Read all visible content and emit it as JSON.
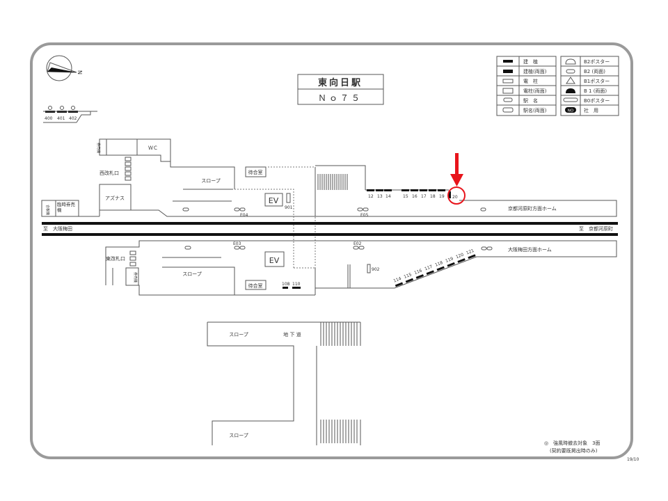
{
  "title": {
    "station": "東向日駅",
    "number": "Ｎｏ７５"
  },
  "compass": {
    "label": "N"
  },
  "top_left_boards": [
    "400",
    "401",
    "402"
  ],
  "legend": {
    "left": [
      "建　植",
      "建植(両面)",
      "電　柱",
      "電柱(両面)",
      "駅　名",
      "駅名(両面)"
    ],
    "right": [
      "B2ポスター",
      "B2 (両面)",
      "B1ポスター",
      "B 1 (両面)",
      "B0ポスター",
      "社　用"
    ],
    "no_badge": "NO"
  },
  "areas": {
    "ticket_machine_small": "券売機",
    "wc": "ＷＣ",
    "west_gate": "西改札口",
    "azunas": "アズナス",
    "gosan_machine": "合板機",
    "temp_ticket_machine": "臨時券売機",
    "slope": "スロープ",
    "waiting_room": "待合室",
    "ev": "EV",
    "east_gate": "東改札口",
    "underground": "地 下 道"
  },
  "tracks": {
    "to_osaka": "至　大阪梅田",
    "to_kyoto": "至　京都河原町"
  },
  "platforms": {
    "kyoto": "京都河原町方面ホーム",
    "osaka": "大阪梅田方面ホーム"
  },
  "codes": {
    "e04": "E04",
    "e05": "E05",
    "e03": "E03",
    "e02": "E02",
    "p901": "901",
    "p902": "902"
  },
  "upper_boards": [
    "12",
    "13",
    "14",
    "15",
    "16",
    "17",
    "18",
    "19"
  ],
  "highlighted_board": "20",
  "lower_boards": [
    "114",
    "115",
    "116",
    "117",
    "118",
    "119",
    "120",
    "121"
  ],
  "lower_small_boards": [
    "108",
    "110"
  ],
  "note": {
    "line1": "◎　強風時撤去対象　3面",
    "line2": "(契約要既掲出時のみ)"
  },
  "page_number": "19/10",
  "colors": {
    "highlight": "#e8141b",
    "frame": "#999999"
  }
}
